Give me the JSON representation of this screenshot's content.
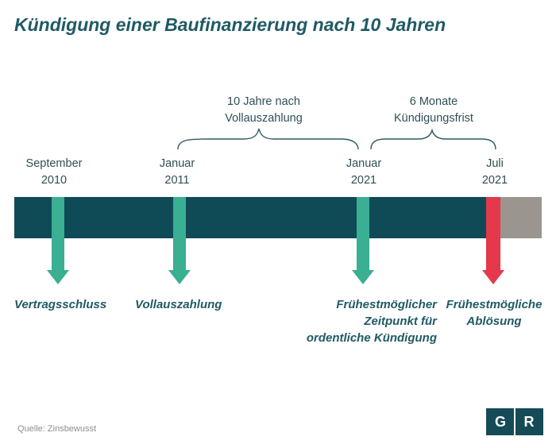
{
  "title": "Kündigung einer Baufinanzierung nach 10 Jahren",
  "dates": [
    {
      "month": "September",
      "year": "2010"
    },
    {
      "month": "Januar",
      "year": "2011"
    },
    {
      "month": "Januar",
      "year": "2021"
    },
    {
      "month": "Juli",
      "year": "2021"
    }
  ],
  "periods": [
    {
      "line1": "10 Jahre nach",
      "line2": "Vollauszahlung"
    },
    {
      "line1": "6 Monate",
      "line2": "Kündigungsfrist"
    }
  ],
  "events": [
    {
      "lines": [
        "Vertragsschluss"
      ]
    },
    {
      "lines": [
        "Vollauszahlung"
      ]
    },
    {
      "lines": [
        "Frühestmöglicher",
        "Zeitpunkt für",
        "ordentliche Kündigung"
      ]
    },
    {
      "lines": [
        "Frühestmögliche",
        "Ablösung"
      ]
    }
  ],
  "source": "Quelle: Zinsbewusst",
  "logo": {
    "left": "G",
    "right": "R"
  },
  "colors": {
    "title": "#1f5a64",
    "bar": "#0f4a57",
    "bar_remaining": "#9b958f",
    "arrow": "#3aaf92",
    "arrow_final": "#e5384a",
    "brace": "#2f5a63"
  }
}
